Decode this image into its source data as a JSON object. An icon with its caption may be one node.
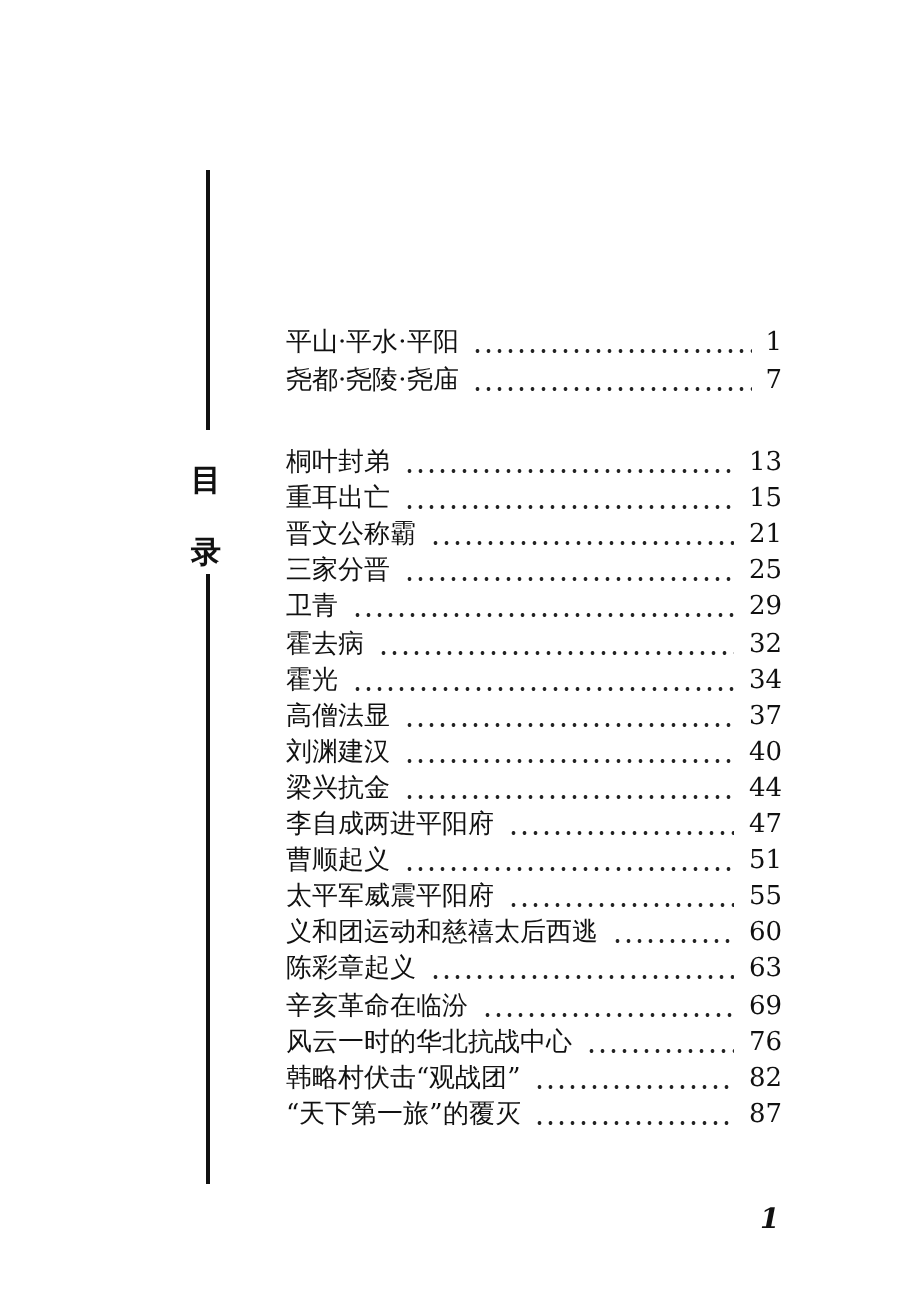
{
  "diagram": {
    "title": "目录",
    "labels": [
      "平山·平水·平阳",
      "1",
      "尧都·尧陵·尧庙",
      "7",
      "桐叶封弟",
      "13",
      "重耳出亡",
      "15",
      "晋文公称霸",
      "21",
      "三家分晋",
      "25",
      "卫青",
      "29",
      "霍去病",
      "32",
      "霍光",
      "34",
      "高僧法显",
      "37",
      "刘渊建汉",
      "40",
      "梁兴抗金",
      "44",
      "李自成两进平阳府",
      "47",
      "曹顺起义",
      "51",
      "太平军威震平阳府",
      "55",
      "义和团运动和慈禧太后西逃",
      "60",
      "陈彩章起义",
      "63",
      "辛亥革命在临汾",
      "69",
      "风云一时的华北抗战中心",
      "76",
      "韩略村伏击“观战团”",
      "82",
      "“天下第一旅”的覆灭",
      "87",
      "1"
    ]
  }
}
